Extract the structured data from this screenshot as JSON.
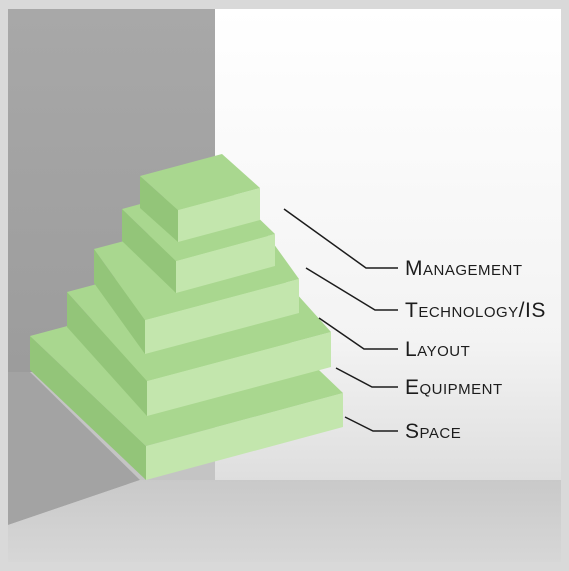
{
  "diagram": {
    "layers": [
      {
        "id": "management",
        "label": "Management"
      },
      {
        "id": "technology",
        "label": "Technology/IS"
      },
      {
        "id": "layout",
        "label": "Layout"
      },
      {
        "id": "equipment",
        "label": "Equipment"
      },
      {
        "id": "space",
        "label": "Space"
      }
    ],
    "colors": {
      "page_bg": "#d9d9d9",
      "step_top": "#a9d78f",
      "step_front": "#c3e6ad",
      "step_side": "#93c579",
      "wall": "#aaaaaa",
      "floor": "#c9c9c9",
      "leader_line": "#1c1c1c"
    }
  }
}
